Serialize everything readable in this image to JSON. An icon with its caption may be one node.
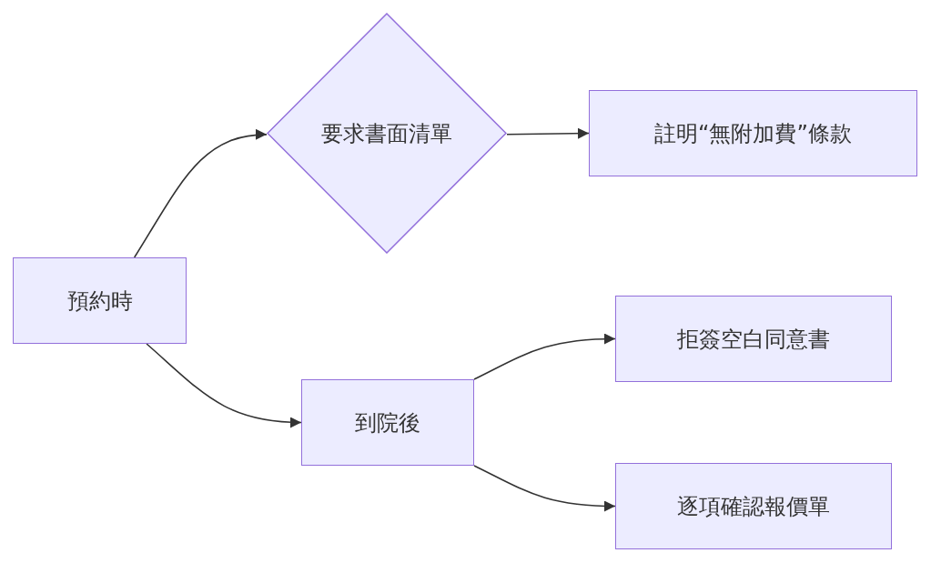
{
  "diagram": {
    "nodes": [
      {
        "text": [
          "預約時"
        ]
      },
      {
        "text": [
          "要求書面清單"
        ]
      },
      {
        "text": [
          "註明“無附加費”條款"
        ]
      },
      {
        "text": [
          "到院後"
        ]
      },
      {
        "text": [
          "拒簽空白同意書"
        ]
      },
      {
        "text": [
          "逐項確認報價單"
        ]
      }
    ],
    "edges": [
      {
        "from": 0,
        "to": 1,
        "arrow": "to"
      },
      {
        "from": 1,
        "to": 2,
        "arrow": "to"
      },
      {
        "from": 0,
        "to": 3,
        "arrow": "to"
      },
      {
        "from": 3,
        "to": 4,
        "arrow": "to"
      },
      {
        "from": 3,
        "to": 5,
        "arrow": "to"
      }
    ]
  }
}
